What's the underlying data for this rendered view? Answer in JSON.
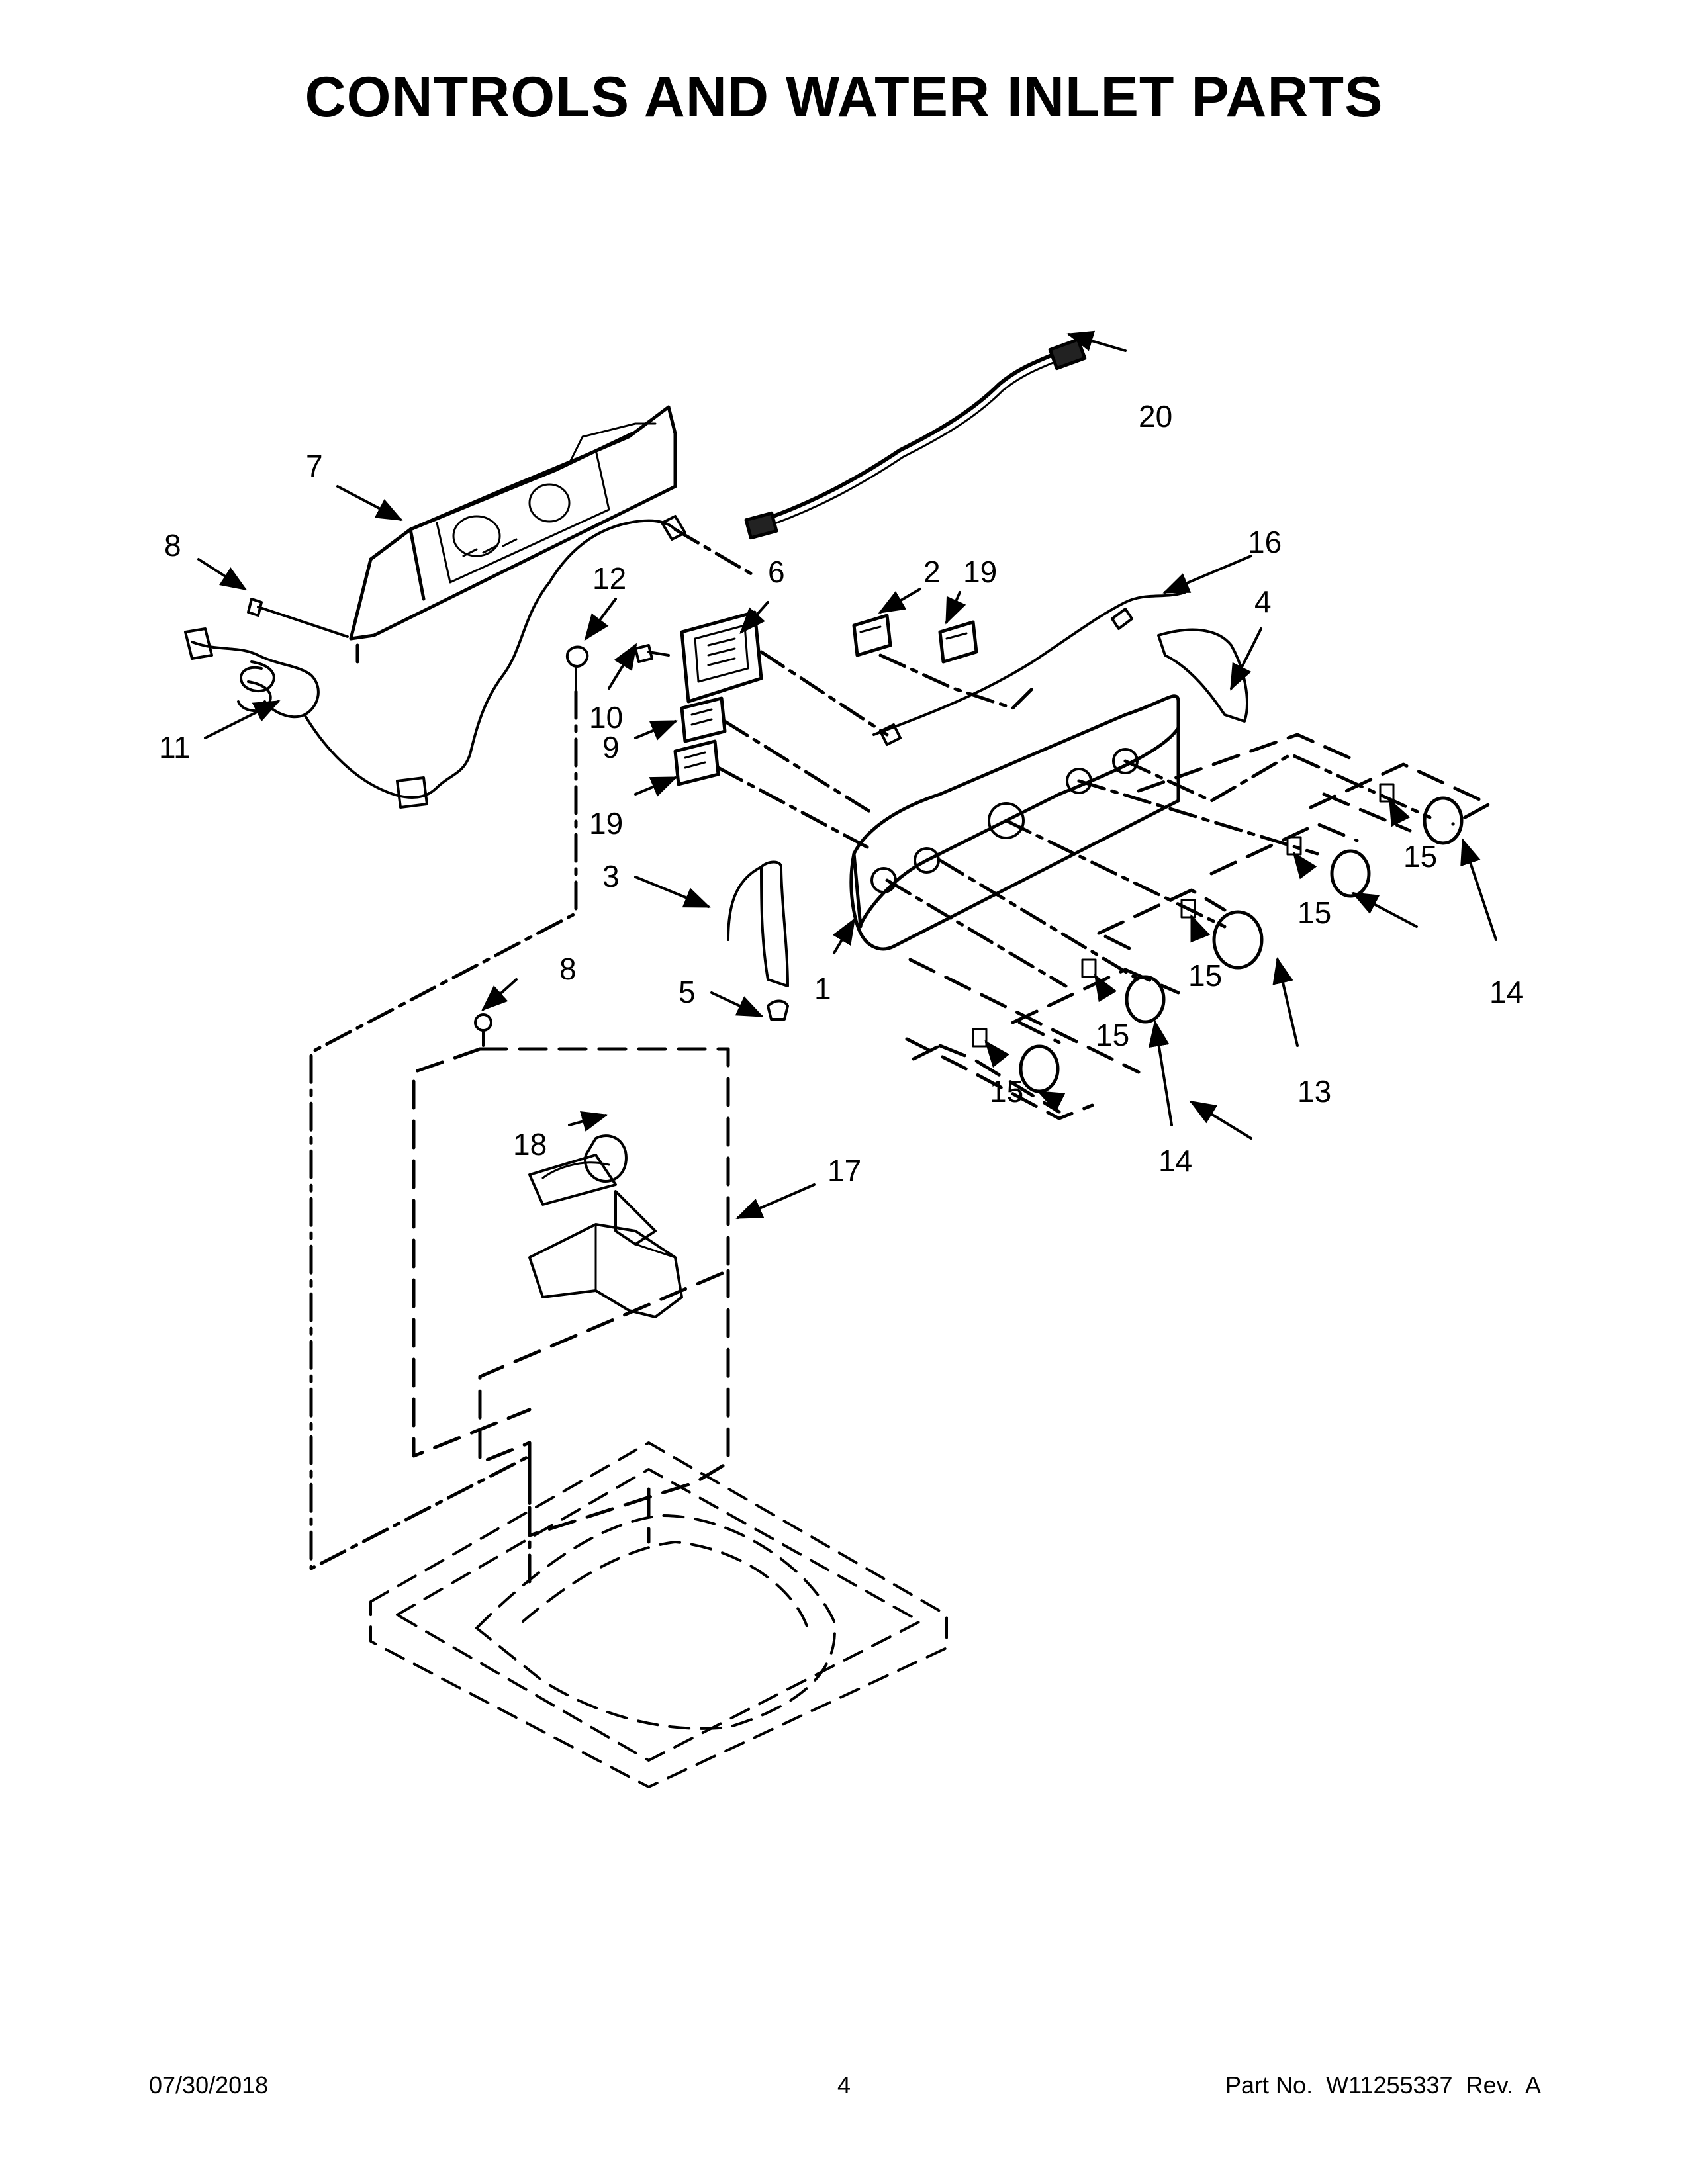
{
  "title": "CONTROLS AND WATER INLET PARTS",
  "callouts": [
    {
      "id": "c20",
      "text": "20"
    },
    {
      "id": "c7",
      "text": "7"
    },
    {
      "id": "c8a",
      "text": "8"
    },
    {
      "id": "c12",
      "text": "12"
    },
    {
      "id": "c6",
      "text": "6"
    },
    {
      "id": "c2",
      "text": "2"
    },
    {
      "id": "c19a",
      "text": "19"
    },
    {
      "id": "c16",
      "text": "16"
    },
    {
      "id": "c4",
      "text": "4"
    },
    {
      "id": "c11",
      "text": "11"
    },
    {
      "id": "c10",
      "text": "10"
    },
    {
      "id": "c9",
      "text": "9"
    },
    {
      "id": "c19b",
      "text": "19"
    },
    {
      "id": "c3",
      "text": "3"
    },
    {
      "id": "c8b",
      "text": "8"
    },
    {
      "id": "c5",
      "text": "5"
    },
    {
      "id": "c1",
      "text": "1"
    },
    {
      "id": "c15a",
      "text": "15"
    },
    {
      "id": "c15b",
      "text": "15"
    },
    {
      "id": "c15c",
      "text": "15"
    },
    {
      "id": "c15d",
      "text": "15"
    },
    {
      "id": "c15e",
      "text": "15"
    },
    {
      "id": "c14a",
      "text": "14"
    },
    {
      "id": "c13",
      "text": "13"
    },
    {
      "id": "c14b",
      "text": "14"
    },
    {
      "id": "c17",
      "text": "17"
    },
    {
      "id": "c18",
      "text": "18"
    }
  ],
  "footer": {
    "date": "07/30/2018",
    "page": "4",
    "part_label": "Part No.",
    "part_number": "W11255337",
    "rev_label": "Rev.",
    "rev": "A"
  }
}
